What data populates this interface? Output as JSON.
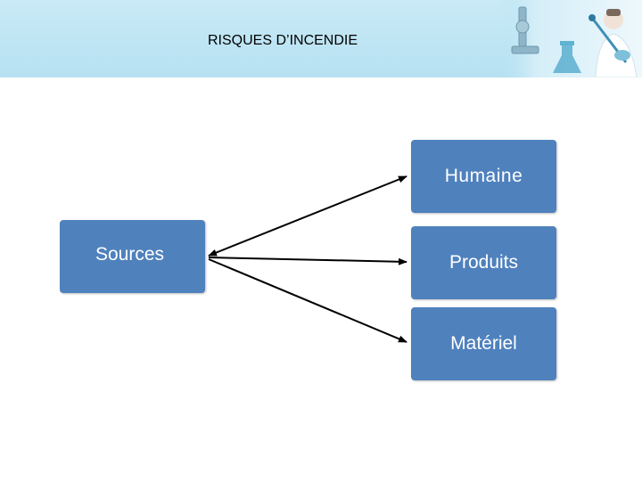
{
  "slide": {
    "title": "RISQUES D’INCENDIE"
  },
  "diagram": {
    "source": "Sources",
    "targets": [
      "Humaine",
      "Produits",
      "Matériel"
    ]
  },
  "colors": {
    "header_band": "#bfe6f5",
    "box_fill": "#4f81bd",
    "box_text": "#ffffff",
    "arrow": "#000000"
  }
}
